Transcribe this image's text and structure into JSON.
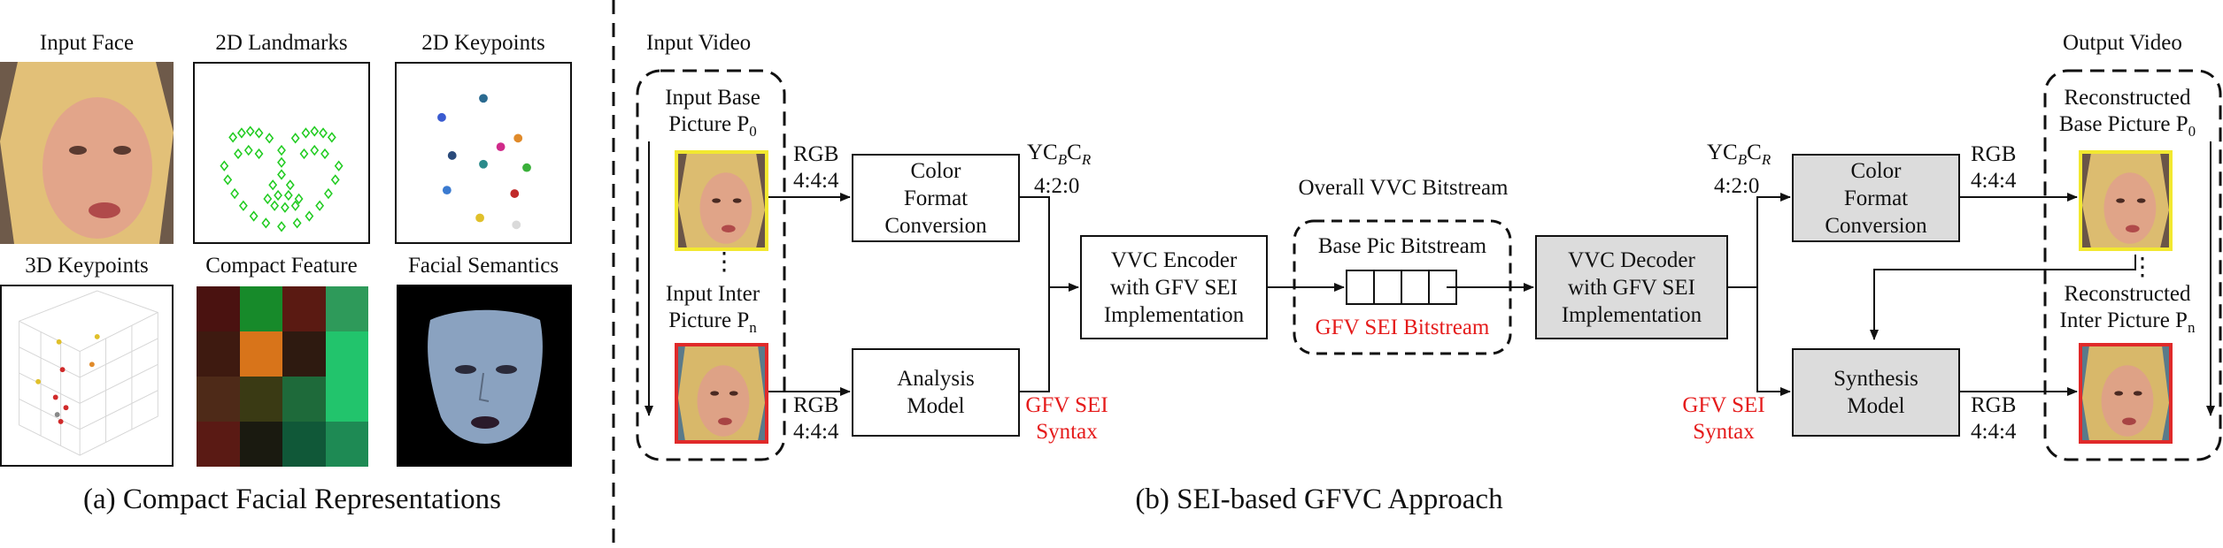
{
  "left_panel": {
    "labels": {
      "input_face": "Input Face",
      "landmarks_2d": "2D Landmarks",
      "keypoints_2d": "2D Keypoints",
      "keypoints_3d": "3D Keypoints",
      "compact_feature": "Compact Feature",
      "facial_semantics": "Facial Semantics"
    },
    "caption": "(a) Compact Facial Representations",
    "compact_feature_colors": [
      [
        "#4a1210",
        "#178a2a",
        "#5a1a12",
        "#2e9a5a"
      ],
      [
        "#3e1a10",
        "#d8741a",
        "#2e1a10",
        "#22c46c"
      ],
      [
        "#4e2a18",
        "#3a3a14",
        "#1e6a3a",
        "#22c46c"
      ],
      [
        "#5a1a14",
        "#1a1a10",
        "#105838",
        "#1e8a54"
      ]
    ]
  },
  "right_panel": {
    "input_video": "Input Video",
    "output_video": "Output Video",
    "input_base_line1": "Input Base",
    "input_base_line2": "Picture P",
    "input_base_sub": "0",
    "input_inter_line1": "Input Inter",
    "input_inter_line2": "Picture P",
    "input_inter_sub": "n",
    "rgb_in_top": "RGB",
    "rgb_in_top_fmt": "4:4:4",
    "rgb_in_bottom": "RGB",
    "rgb_in_bottom_fmt": "4:4:4",
    "ycbcr_left_y": "YC",
    "ycbcr_left_b": "B",
    "ycbcr_left_c": "C",
    "ycbcr_left_r": "R",
    "ycbcr_left_fmt": "4:2:0",
    "color_format_left": [
      "Color",
      "Format",
      "Conversion"
    ],
    "analysis_model": [
      "Analysis",
      "Model"
    ],
    "gfv_sei_syntax_left": [
      "GFV SEI",
      "Syntax"
    ],
    "vvc_encoder": [
      "VVC Encoder",
      "with GFV SEI",
      "Implementation"
    ],
    "overall_bitstream": "Overall VVC Bitstream",
    "base_pic_bitstream": "Base Pic Bitstream",
    "gfv_sei_bitstream": "GFV SEI Bitstream",
    "vvc_decoder": [
      "VVC Decoder",
      "with GFV SEI",
      "Implementation"
    ],
    "ycbcr_right_y": "YC",
    "ycbcr_right_b": "B",
    "ycbcr_right_c": "C",
    "ycbcr_right_r": "R",
    "ycbcr_right_fmt": "4:2:0",
    "color_format_right": [
      "Color",
      "Format",
      "Conversion"
    ],
    "synthesis_model": [
      "Synthesis",
      "Model"
    ],
    "gfv_sei_syntax_right": [
      "GFV SEI",
      "Syntax"
    ],
    "rgb_out_top": "RGB",
    "rgb_out_top_fmt": "4:4:4",
    "rgb_out_bottom": "RGB",
    "rgb_out_bottom_fmt": "4:4:4",
    "recon_base_line1": "Reconstructed",
    "recon_base_line2": "Base Picture P",
    "recon_base_sub": "0",
    "recon_inter_line1": "Reconstructed",
    "recon_inter_line2": "Inter Picture P",
    "recon_inter_sub": "n",
    "caption": "(b) SEI-based GFVC Approach"
  },
  "colors": {
    "accent_red": "#e51b1b",
    "yellow_border": "#f2e830",
    "red_border": "#e02a2a",
    "gray_box": "#dcdcdc",
    "landmark_green": "#22cc22"
  }
}
